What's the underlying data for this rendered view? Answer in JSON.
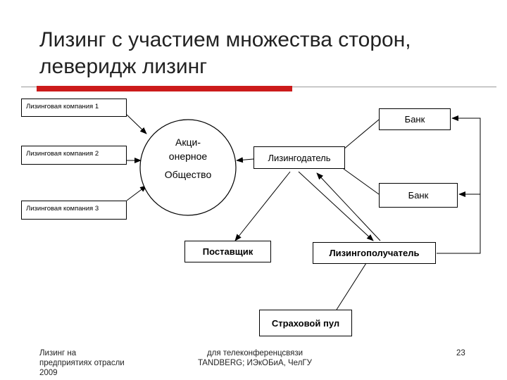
{
  "title": {
    "line1": "Лизинг с участием множества сторон,",
    "line2": "леверидж лизинг"
  },
  "diagram": {
    "leasing_company_1": "Лизинговая компания 1",
    "leasing_company_2": "Лизинговая компания 2",
    "leasing_company_3": "Лизинговая компания 3",
    "joint_stock": {
      "line1": "Акци-",
      "line2": "онерное",
      "line3": "Общество"
    },
    "lessor": "Лизингодатель",
    "bank_1": "Банк",
    "bank_2": "Банк",
    "supplier": "Поставщик",
    "lessee": "Лизингополучатель",
    "insurance_pool": "Страховой пул"
  },
  "footer": {
    "left_line1": "Лизинг на",
    "left_line2": "предприятиях отрасли",
    "left_line3": "2009",
    "center_line1": "для телеконференцсвязи",
    "center_line2": "TANDBERG; ИЭкОБиА, ЧелГУ",
    "page_number": "23"
  }
}
